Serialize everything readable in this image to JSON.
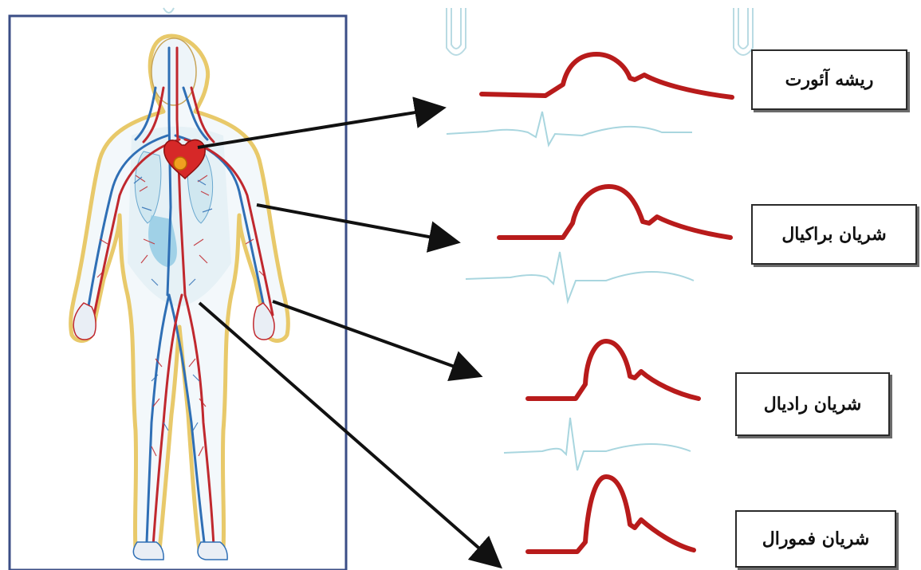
{
  "labels": {
    "aorta": "ریشه آئورت",
    "brachial": "شریان براکیال",
    "radial": "شریان رادیال",
    "femoral": "شریان فمورال"
  },
  "colors": {
    "pulse_wave": "#b81b1b",
    "ecg_trace": "#a9d6df",
    "arrow": "#111111",
    "panel_border": "#3b4e86",
    "artery": "#c0282e",
    "vein": "#2f6fb5"
  },
  "icons": {
    "body": "human-circulatory-system-figure",
    "heart": "heart-icon"
  }
}
